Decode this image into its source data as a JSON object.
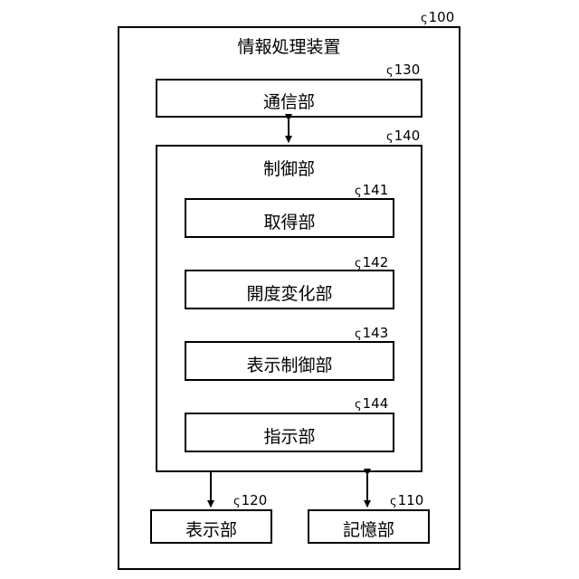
{
  "device": {
    "ref": "100",
    "title": "情報処理装置"
  },
  "communication": {
    "ref": "130",
    "label": "通信部"
  },
  "control": {
    "ref": "140",
    "label": "制御部"
  },
  "acquisition": {
    "ref": "141",
    "label": "取得部"
  },
  "opening_change": {
    "ref": "142",
    "label": "開度変化部"
  },
  "display_control": {
    "ref": "143",
    "label": "表示制御部"
  },
  "instruction": {
    "ref": "144",
    "label": "指示部"
  },
  "display": {
    "ref": "120",
    "label": "表示部"
  },
  "storage": {
    "ref": "110",
    "label": "記憶部"
  }
}
